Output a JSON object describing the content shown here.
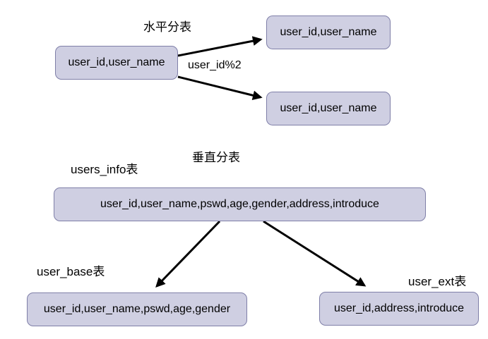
{
  "colors": {
    "node_fill": "#CFCFE2",
    "node_border": "#7F7FA8",
    "arrow": "#000000",
    "text": "#000000"
  },
  "horizontal": {
    "title": "水平分表",
    "shard_key": "user_id%2",
    "source_table": "user_id,user_name",
    "shards": [
      "user_id,user_name",
      "user_id,user_name"
    ]
  },
  "vertical": {
    "title": "垂直分表",
    "source_label": "users_info表",
    "source_table": "user_id,user_name,pswd,age,gender,address,introduce",
    "base_label": "user_base表",
    "base_table": "user_id,user_name,pswd,age,gender",
    "ext_label": "user_ext表",
    "ext_table": "user_id,address,introduce"
  }
}
